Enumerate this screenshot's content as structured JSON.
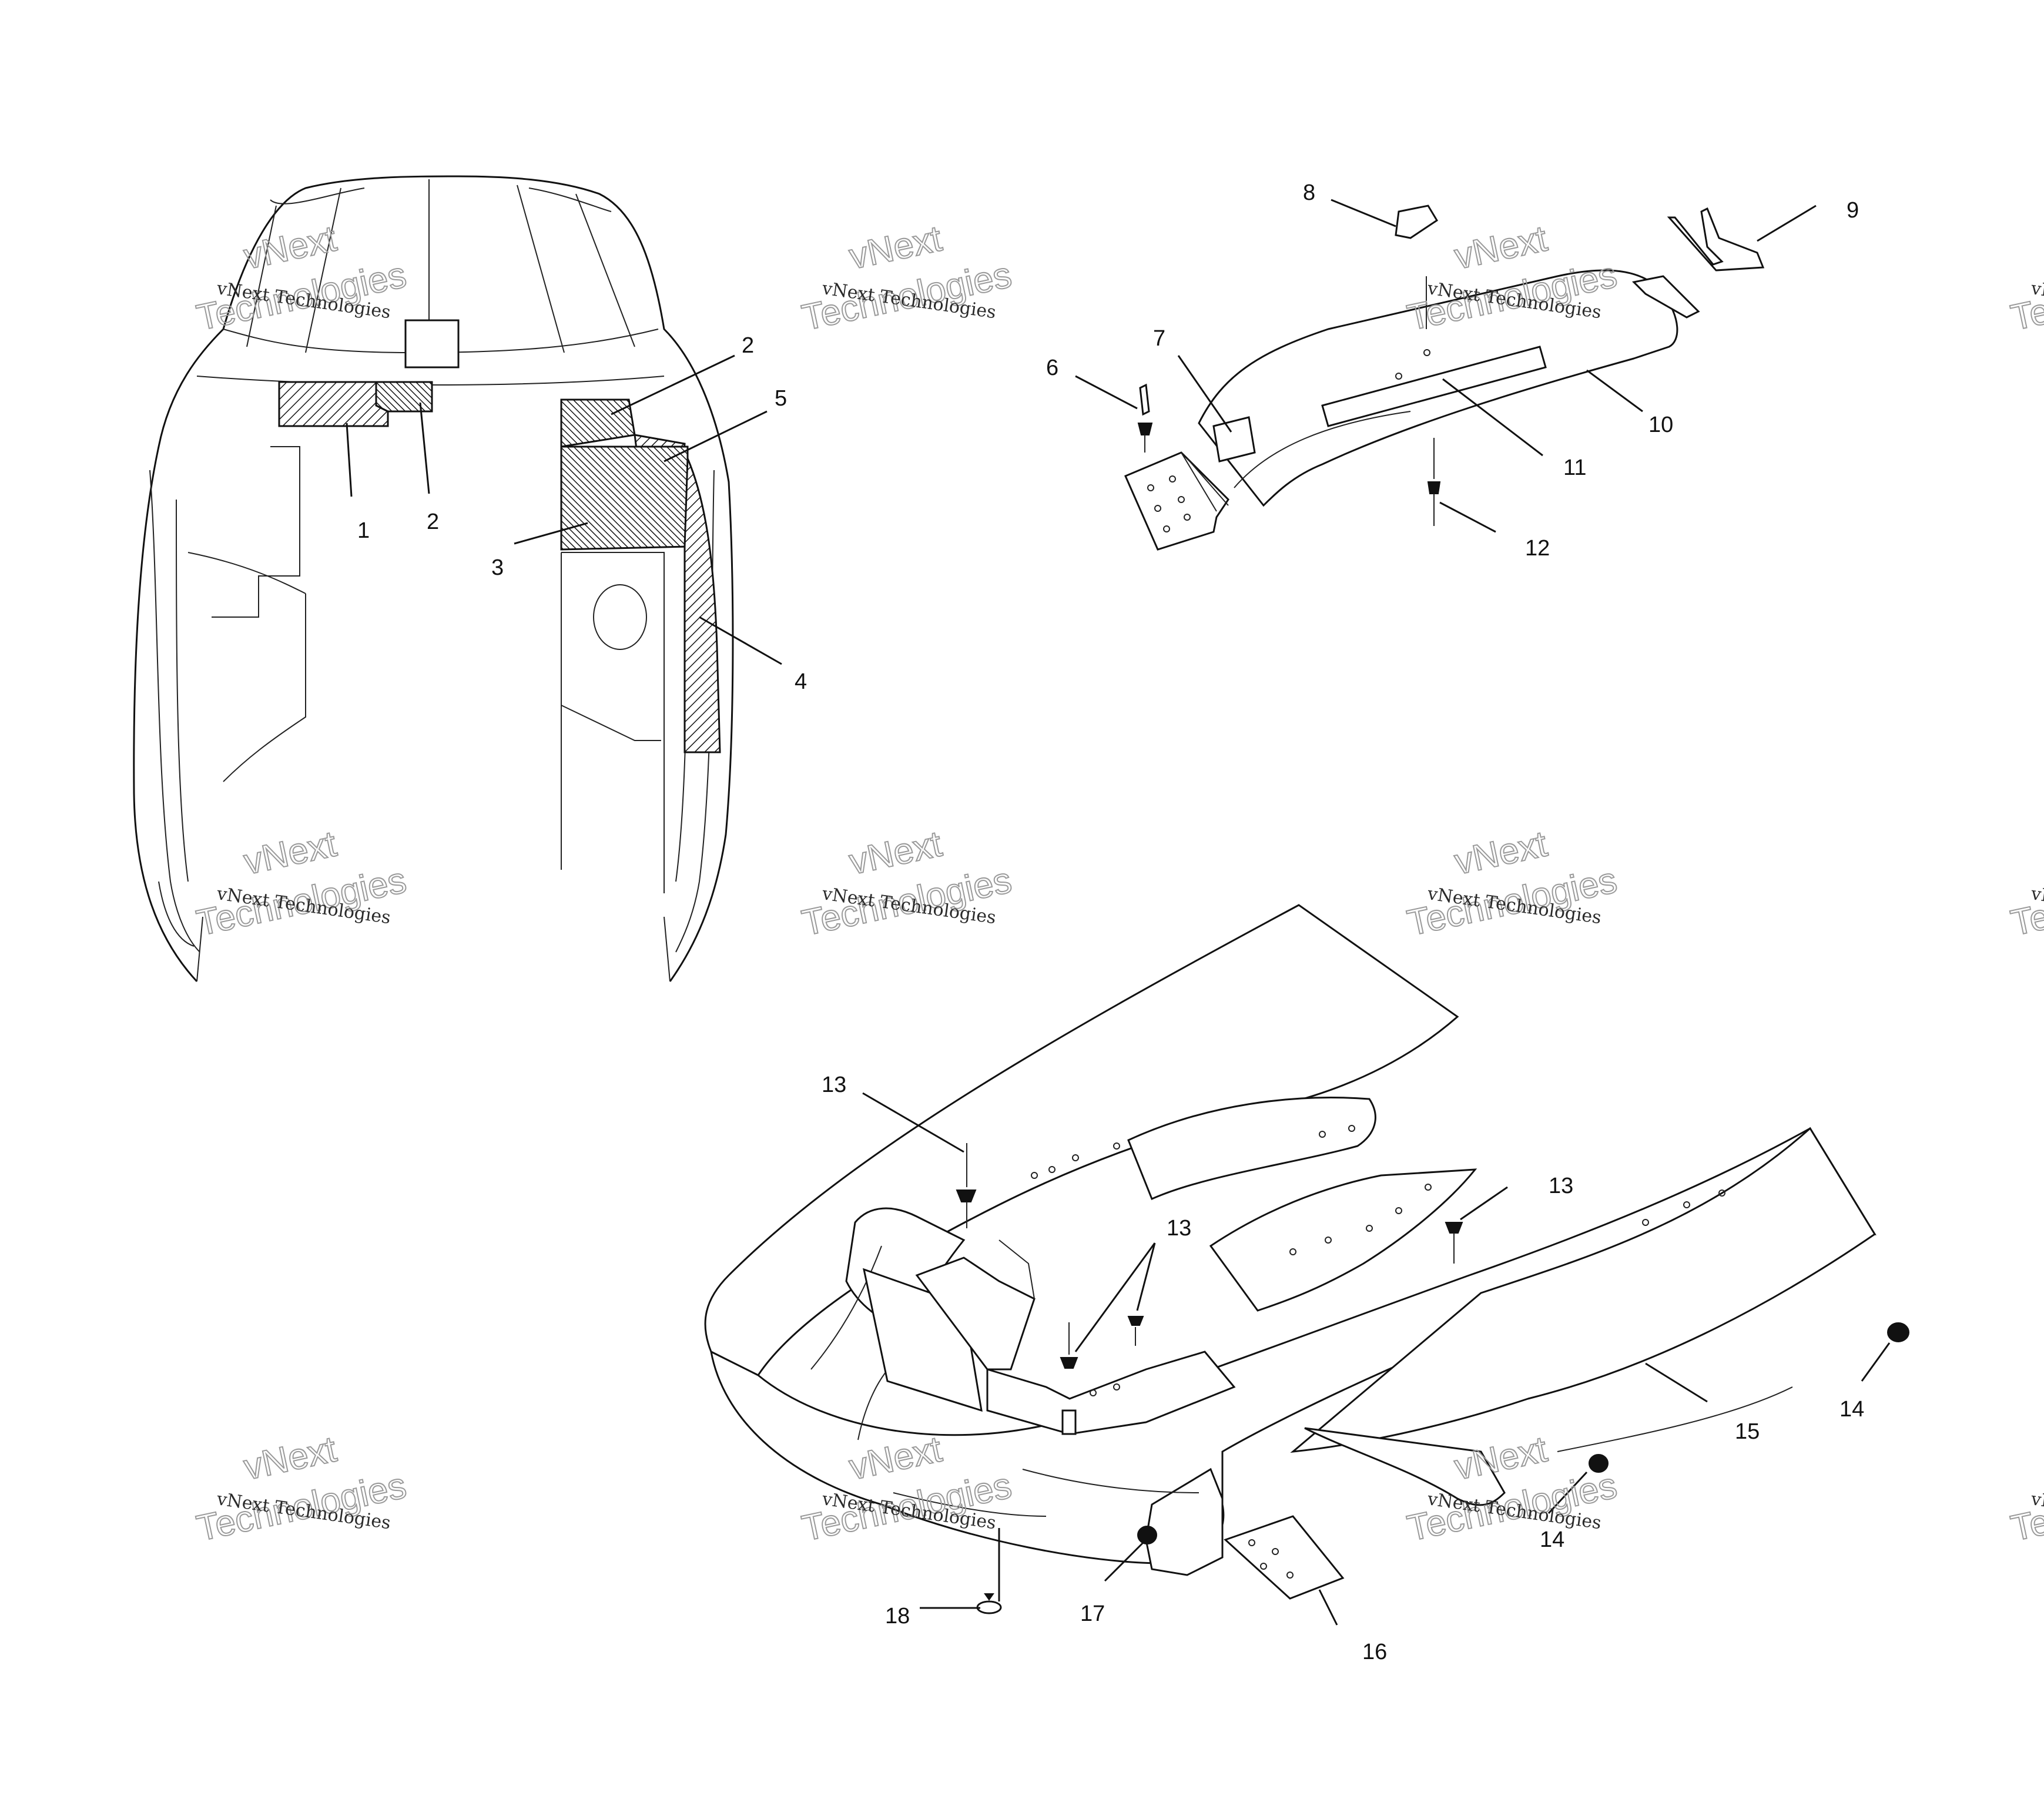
{
  "callouts": [
    {
      "id": "c1",
      "label": "1"
    },
    {
      "id": "c2a",
      "label": "2"
    },
    {
      "id": "c2b",
      "label": "2"
    },
    {
      "id": "c3",
      "label": "3"
    },
    {
      "id": "c4",
      "label": "4"
    },
    {
      "id": "c5",
      "label": "5"
    },
    {
      "id": "c6",
      "label": "6"
    },
    {
      "id": "c7",
      "label": "7"
    },
    {
      "id": "c8",
      "label": "8"
    },
    {
      "id": "c9",
      "label": "9"
    },
    {
      "id": "c10",
      "label": "10"
    },
    {
      "id": "c11",
      "label": "11"
    },
    {
      "id": "c12",
      "label": "12"
    },
    {
      "id": "c13a",
      "label": "13"
    },
    {
      "id": "c13b",
      "label": "13"
    },
    {
      "id": "c13c",
      "label": "13"
    },
    {
      "id": "c14a",
      "label": "14"
    },
    {
      "id": "c14b",
      "label": "14"
    },
    {
      "id": "c15",
      "label": "15"
    },
    {
      "id": "c16",
      "label": "16"
    },
    {
      "id": "c17",
      "label": "17"
    },
    {
      "id": "c18",
      "label": "18"
    }
  ],
  "watermark": {
    "line1": "vNext Technologies",
    "line2": "vNext",
    "line3": "Technologies"
  }
}
